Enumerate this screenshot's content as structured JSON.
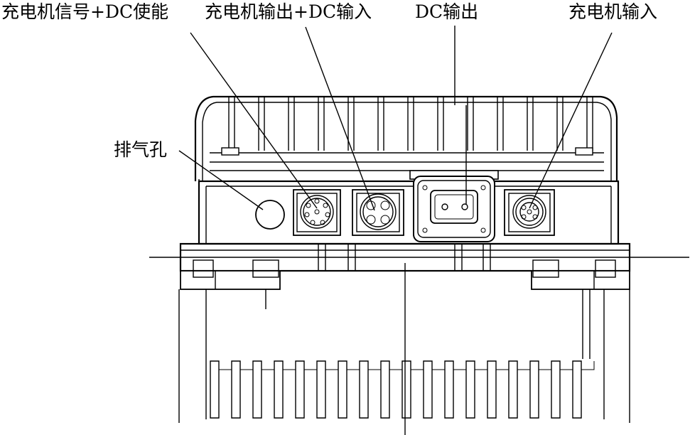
{
  "labels": {
    "charger_signal_dc_enable": "充电机信号+DC使能",
    "charger_output_dc_input": "充电机输出+DC输入",
    "dc_output": "DC输出",
    "charger_input": "充电机输入",
    "vent_hole": "排气孔"
  }
}
